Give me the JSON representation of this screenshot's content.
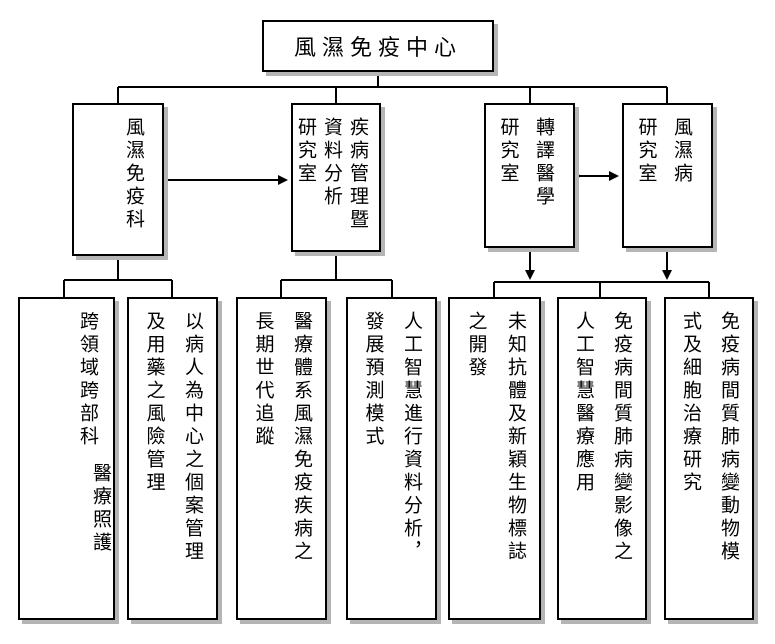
{
  "title": "風濕免疫中心",
  "level2": [
    {
      "id": "dept",
      "lines": [
        "風濕免疫科"
      ]
    },
    {
      "id": "data-lab",
      "lines": [
        "疾病管理暨",
        "資料分析",
        "研究室"
      ]
    },
    {
      "id": "trans-lab",
      "lines": [
        "轉譯醫學",
        "研究室"
      ]
    },
    {
      "id": "rheum-lab",
      "lines": [
        "風濕病",
        "研究室"
      ]
    }
  ],
  "level3": [
    {
      "id": "cross",
      "lines": [
        "跨領域",
        "跨部科"
      ],
      "extra": "醫療照護"
    },
    {
      "id": "patient",
      "lines": [
        "以病人為中心之個案管理",
        "及用藥之風險管理"
      ]
    },
    {
      "id": "tracking",
      "lines": [
        "醫療體系風濕免疫疾病之",
        "長期世代追蹤"
      ]
    },
    {
      "id": "ai-analysis",
      "lines": [
        "人工智慧進行資料分析，",
        "發展預測模式"
      ]
    },
    {
      "id": "biomarker",
      "lines": [
        "未知抗體及新穎生物標誌",
        "之開發"
      ]
    },
    {
      "id": "ai-imaging",
      "lines": [
        "免疫病間質肺病變影像之",
        "人工智慧醫療應用"
      ]
    },
    {
      "id": "animal-model",
      "lines": [
        "免疫病間質肺病變動物模",
        "式及細胞治療研究"
      ]
    }
  ]
}
